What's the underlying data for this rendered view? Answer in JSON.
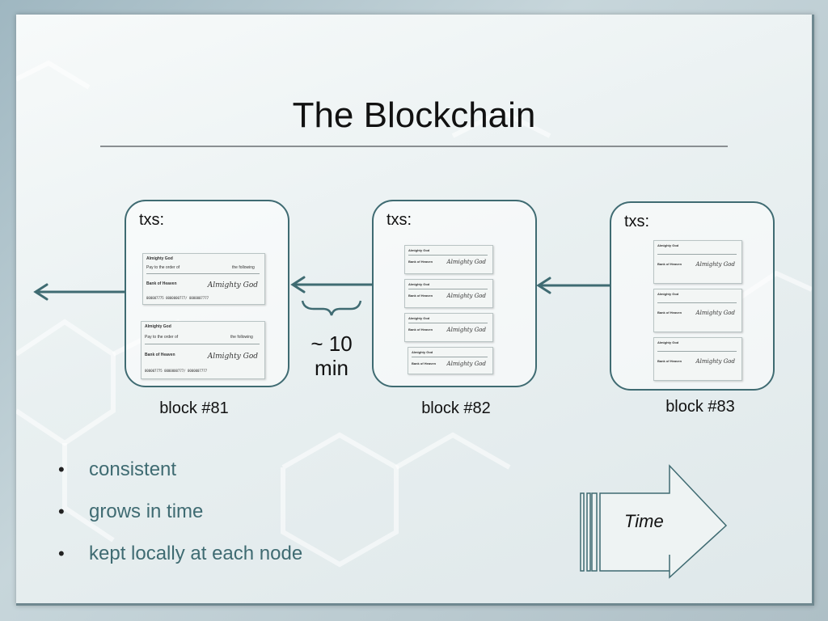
{
  "slide": {
    "title": "The Blockchain"
  },
  "blocks": [
    {
      "txs_label": "txs:",
      "name": "block #81",
      "cheque_count": 2
    },
    {
      "txs_label": "txs:",
      "name": "block #82",
      "cheque_count": 4
    },
    {
      "txs_label": "txs:",
      "name": "block #83",
      "cheque_count": 3
    }
  ],
  "cheque": {
    "payer": "Almighty God",
    "pay_line": "Pay to the order of",
    "following": "the following",
    "bank": "Bank of Heaven",
    "signature": "Almighty God",
    "account_numbers": "000007775  0000000777/  0000007777"
  },
  "interval": {
    "line1": "~ 10",
    "line2": "min"
  },
  "bullets": [
    "consistent",
    "grows in time",
    "kept locally at each node"
  ],
  "time_arrow": {
    "label": "Time"
  },
  "colors": {
    "accent": "#3f6b72",
    "bullet_text": "#3f6b72",
    "arrow_fill": "#eef3f3"
  }
}
